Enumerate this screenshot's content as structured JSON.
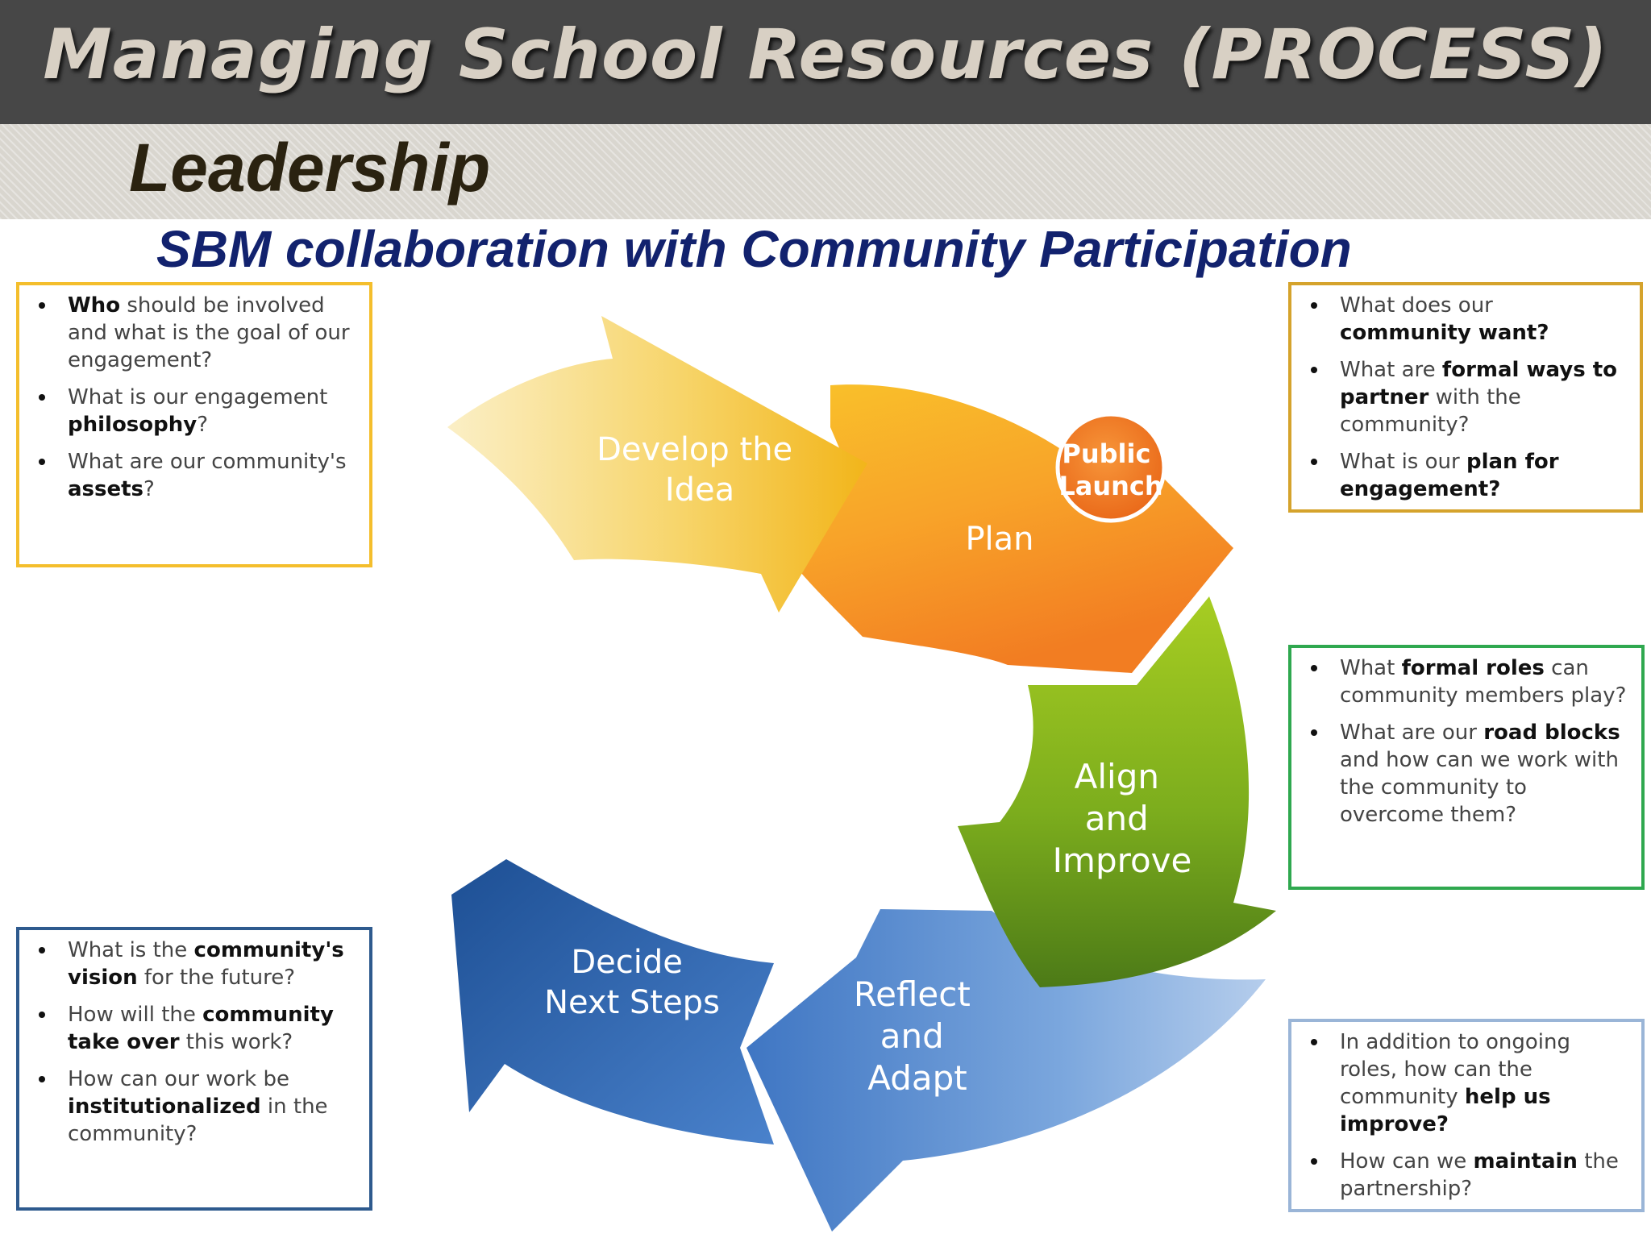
{
  "header": {
    "title": "Managing School Resources (PROCESS)",
    "section": "Leadership",
    "subtitle": "SBM collaboration with Community  Participation"
  },
  "cycle": {
    "develop": [
      "Develop the",
      "Idea"
    ],
    "plan": "Plan",
    "launch": [
      "Public",
      "Launch"
    ],
    "align": [
      "Align",
      "and",
      "Improve"
    ],
    "reflect": [
      "Reflect",
      "and",
      "Adapt"
    ],
    "decide": [
      "Decide",
      "Next Steps"
    ]
  },
  "boxes": {
    "develop": [
      [
        {
          "b": "Who"
        },
        " should be involved and what is the goal of our engagement?"
      ],
      [
        "What is our engagement ",
        {
          "b": "philosophy"
        },
        "?"
      ],
      [
        "What are our community's ",
        {
          "b": "assets"
        },
        "?"
      ]
    ],
    "plan": [
      [
        "What does our ",
        {
          "b": "community want?"
        }
      ],
      [
        "What are ",
        {
          "b": "formal ways to partner"
        },
        " with the community?"
      ],
      [
        "What is our ",
        {
          "b": "plan for engagement?"
        }
      ]
    ],
    "align": [
      [
        "What ",
        {
          "b": "formal roles"
        },
        " can community members play?"
      ],
      [
        "What are our ",
        {
          "b": "road blocks"
        },
        " and how can we work with the community to overcome them?"
      ]
    ],
    "decide": [
      [
        "What is the ",
        {
          "b": "community's vision"
        },
        " for the future?"
      ],
      [
        "How will the ",
        {
          "b": "community take over"
        },
        " this work?"
      ],
      [
        "How can our work be ",
        {
          "b": "institutionalized"
        },
        " in the community?"
      ]
    ],
    "reflect": [
      [
        "In addition to ongoing roles, how can the community ",
        {
          "b": "help us improve?"
        }
      ],
      [
        "How can we ",
        {
          "b": "maintain"
        },
        " the partnership?"
      ]
    ]
  },
  "colors": {
    "title_bar": "#474747",
    "subtitle": "#12226e",
    "develop": "#f4c13a",
    "plan": "#f49b22",
    "launch": "#f07c22",
    "align": "#7db81e",
    "reflect": "#5b8fd4",
    "decide": "#2d5fa2"
  }
}
